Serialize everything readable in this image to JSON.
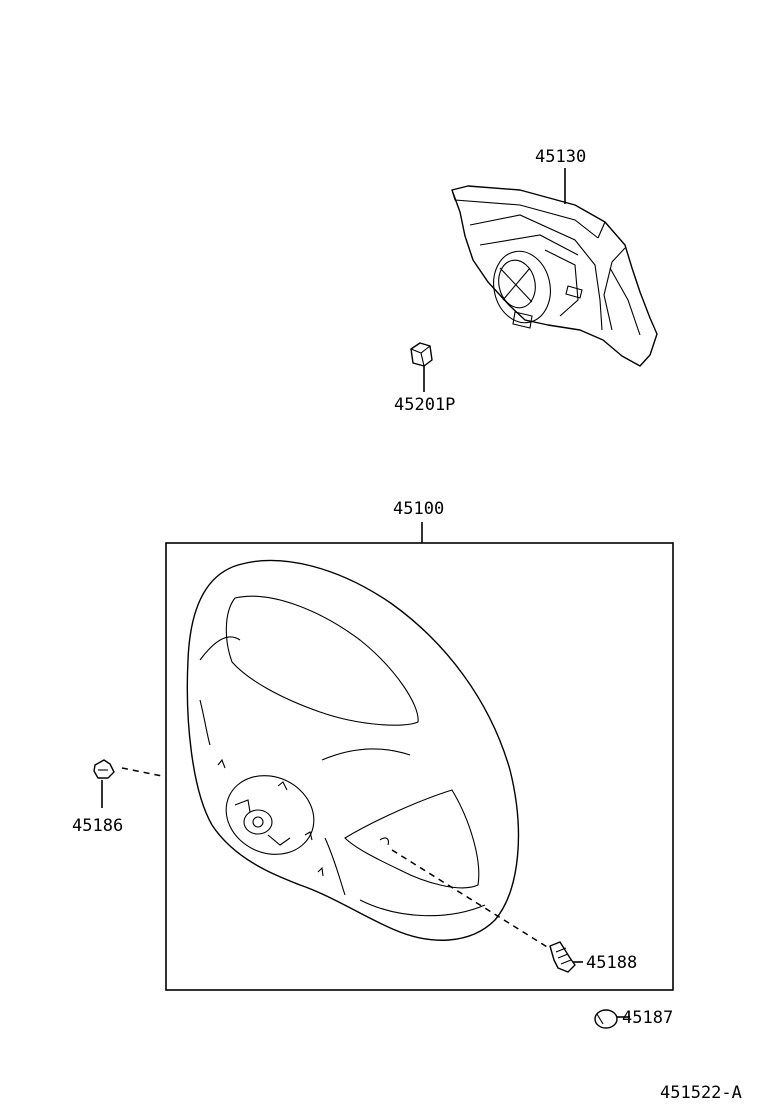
{
  "parts": {
    "airbag_pad": "45130",
    "nut": "45201P",
    "steering_wheel_assy": "45100",
    "clip": "45186",
    "screw": "45188",
    "cover": "45187"
  },
  "drawing_id": "451522-A"
}
